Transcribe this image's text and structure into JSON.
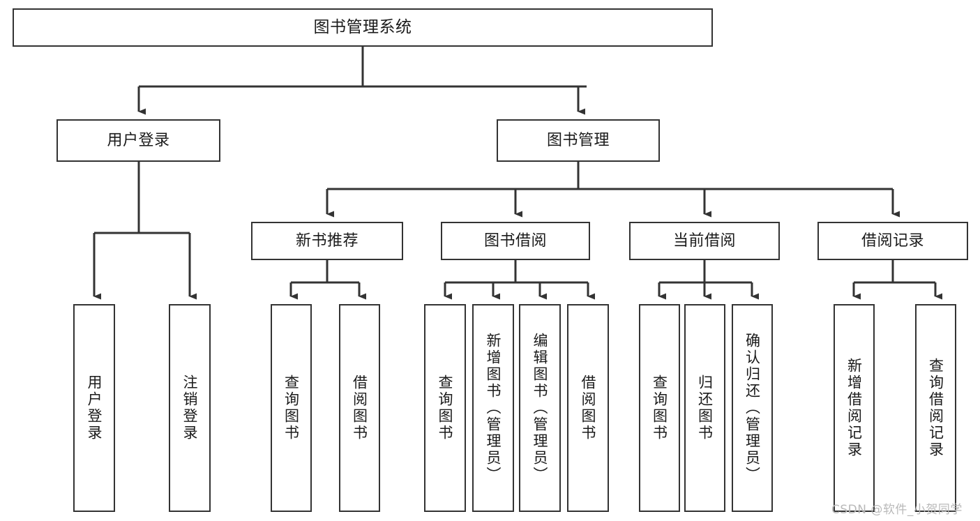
{
  "diagram": {
    "title": "图书管理系统",
    "type": "功能结构图",
    "watermark": "CSDN @软件_小贺同学",
    "colors": {
      "box_border": "#333333",
      "box_fill": "#ffffff",
      "line": "#333333",
      "text": "#1a1a1a",
      "watermark": "#b9b9b9"
    },
    "nodes": {
      "root": {
        "label": "图书管理系统"
      },
      "level1": [
        {
          "label": "用户登录"
        },
        {
          "label": "图书管理"
        }
      ],
      "level2": [
        {
          "label": "新书推荐"
        },
        {
          "label": "图书借阅"
        },
        {
          "label": "当前借阅"
        },
        {
          "label": "借阅记录"
        }
      ],
      "leaves_user_login": [
        {
          "label": "用户登录"
        },
        {
          "label": "注销登录"
        }
      ],
      "leaves_new_book": [
        {
          "label": "查询图书"
        },
        {
          "label": "借阅图书"
        }
      ],
      "leaves_borrow": [
        {
          "label": "查询图书"
        },
        {
          "label": "新增图书（管理员）"
        },
        {
          "label": "编辑图书（管理员）"
        },
        {
          "label": "借阅图书"
        }
      ],
      "leaves_current": [
        {
          "label": "查询图书"
        },
        {
          "label": "归还图书"
        },
        {
          "label": "确认归还（管理员）"
        }
      ],
      "leaves_records": [
        {
          "label": "新增借阅记录"
        },
        {
          "label": "查询借阅记录"
        }
      ]
    }
  }
}
